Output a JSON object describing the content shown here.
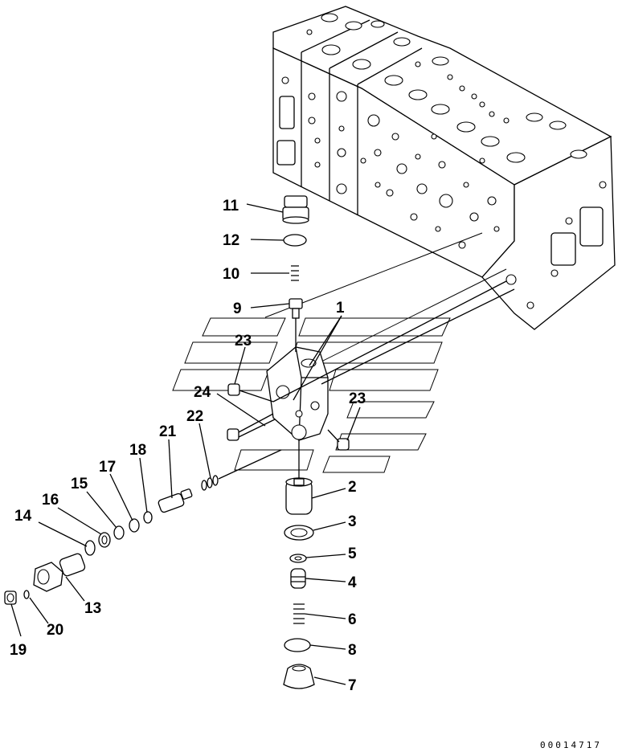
{
  "drawing": {
    "code": "00014717",
    "callouts": [
      {
        "id": "c1",
        "label": "1"
      },
      {
        "id": "c2",
        "label": "2"
      },
      {
        "id": "c3",
        "label": "3"
      },
      {
        "id": "c4",
        "label": "4"
      },
      {
        "id": "c5",
        "label": "5"
      },
      {
        "id": "c6",
        "label": "6"
      },
      {
        "id": "c7",
        "label": "7"
      },
      {
        "id": "c8",
        "label": "8"
      },
      {
        "id": "c9",
        "label": "9"
      },
      {
        "id": "c10",
        "label": "10"
      },
      {
        "id": "c11",
        "label": "11"
      },
      {
        "id": "c12",
        "label": "12"
      },
      {
        "id": "c13",
        "label": "13"
      },
      {
        "id": "c14",
        "label": "14"
      },
      {
        "id": "c15",
        "label": "15"
      },
      {
        "id": "c16",
        "label": "16"
      },
      {
        "id": "c17",
        "label": "17"
      },
      {
        "id": "c18",
        "label": "18"
      },
      {
        "id": "c19",
        "label": "19"
      },
      {
        "id": "c20",
        "label": "20"
      },
      {
        "id": "c21",
        "label": "21"
      },
      {
        "id": "c22",
        "label": "22"
      },
      {
        "id": "c23a",
        "label": "23"
      },
      {
        "id": "c23b",
        "label": "23"
      },
      {
        "id": "c24",
        "label": "24"
      }
    ]
  }
}
